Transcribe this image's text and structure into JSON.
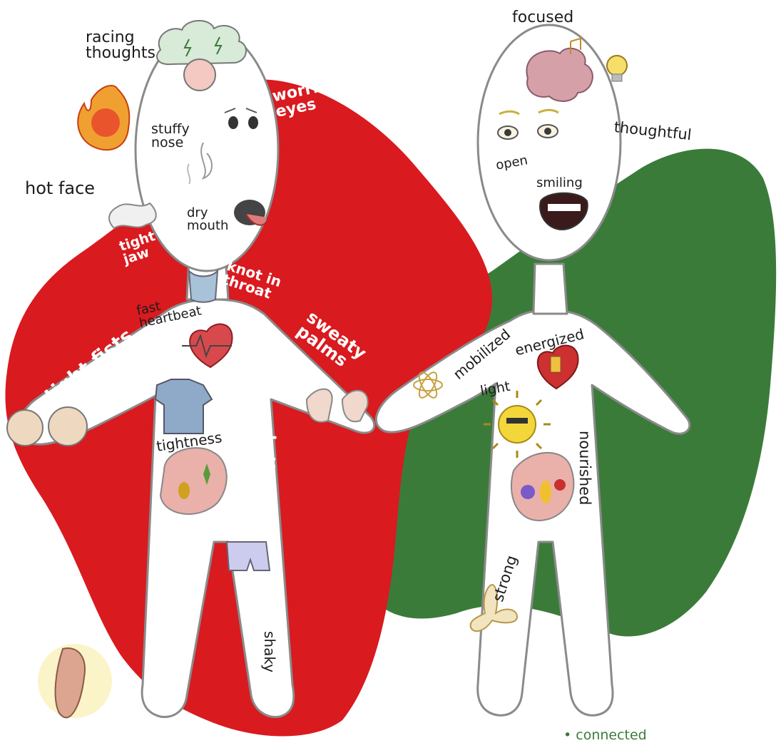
{
  "colors": {
    "anxious_blob": "#d91a1f",
    "calm_blob": "#3b7b3a",
    "body_fill": "#ffffff",
    "outline": "#8a8a8a",
    "label_on_color": "#ffffff",
    "label_on_white": "#1c1c1c"
  },
  "anxious_labels": {
    "racing_thoughts": "racing\nthoughts",
    "worried_eyes": "worried\neyes",
    "stuffy_nose": "stuffy\nnose",
    "hot_face": "hot face",
    "dry_mouth": "dry\nmouth",
    "tight_jaw": "tight\njaw",
    "knot_in_throat": "knot in\nthroat",
    "fast_heartbeat": "fast\nheartbeat",
    "tight_fists": "tight fists",
    "sweaty_palms": "sweaty\npalms",
    "tightness": "tightness",
    "butterflies": "butterflies",
    "shaky": "shaky"
  },
  "calm_labels": {
    "focused": "focused",
    "thoughtful": "thoughtful",
    "open": "open",
    "smiling": "smiling",
    "mobilized": "mobilized",
    "energized": "energized",
    "light": "light",
    "nourished": "nourished",
    "strong": "strong",
    "connected": "• connected"
  },
  "icons": [
    "storm-cloud-brain-icon",
    "flame-face-icon",
    "worried-eyes-icon",
    "stuffy-nose-icon",
    "dry-tongue-mouth-icon",
    "clenched-jaw-icon",
    "throat-knot-icon",
    "heart-ecg-icon",
    "shirt-icon",
    "stomach-icon",
    "fist-icon",
    "palms-icon",
    "shorts-icon",
    "hot-foot-icon",
    "brain-icon",
    "lightbulb-icon",
    "music-note-icon",
    "open-eyes-icon",
    "smiling-mouth-icon",
    "atom-icon",
    "heart-battery-icon",
    "sun-icon",
    "fruit-stomach-icon",
    "flower-icon"
  ]
}
